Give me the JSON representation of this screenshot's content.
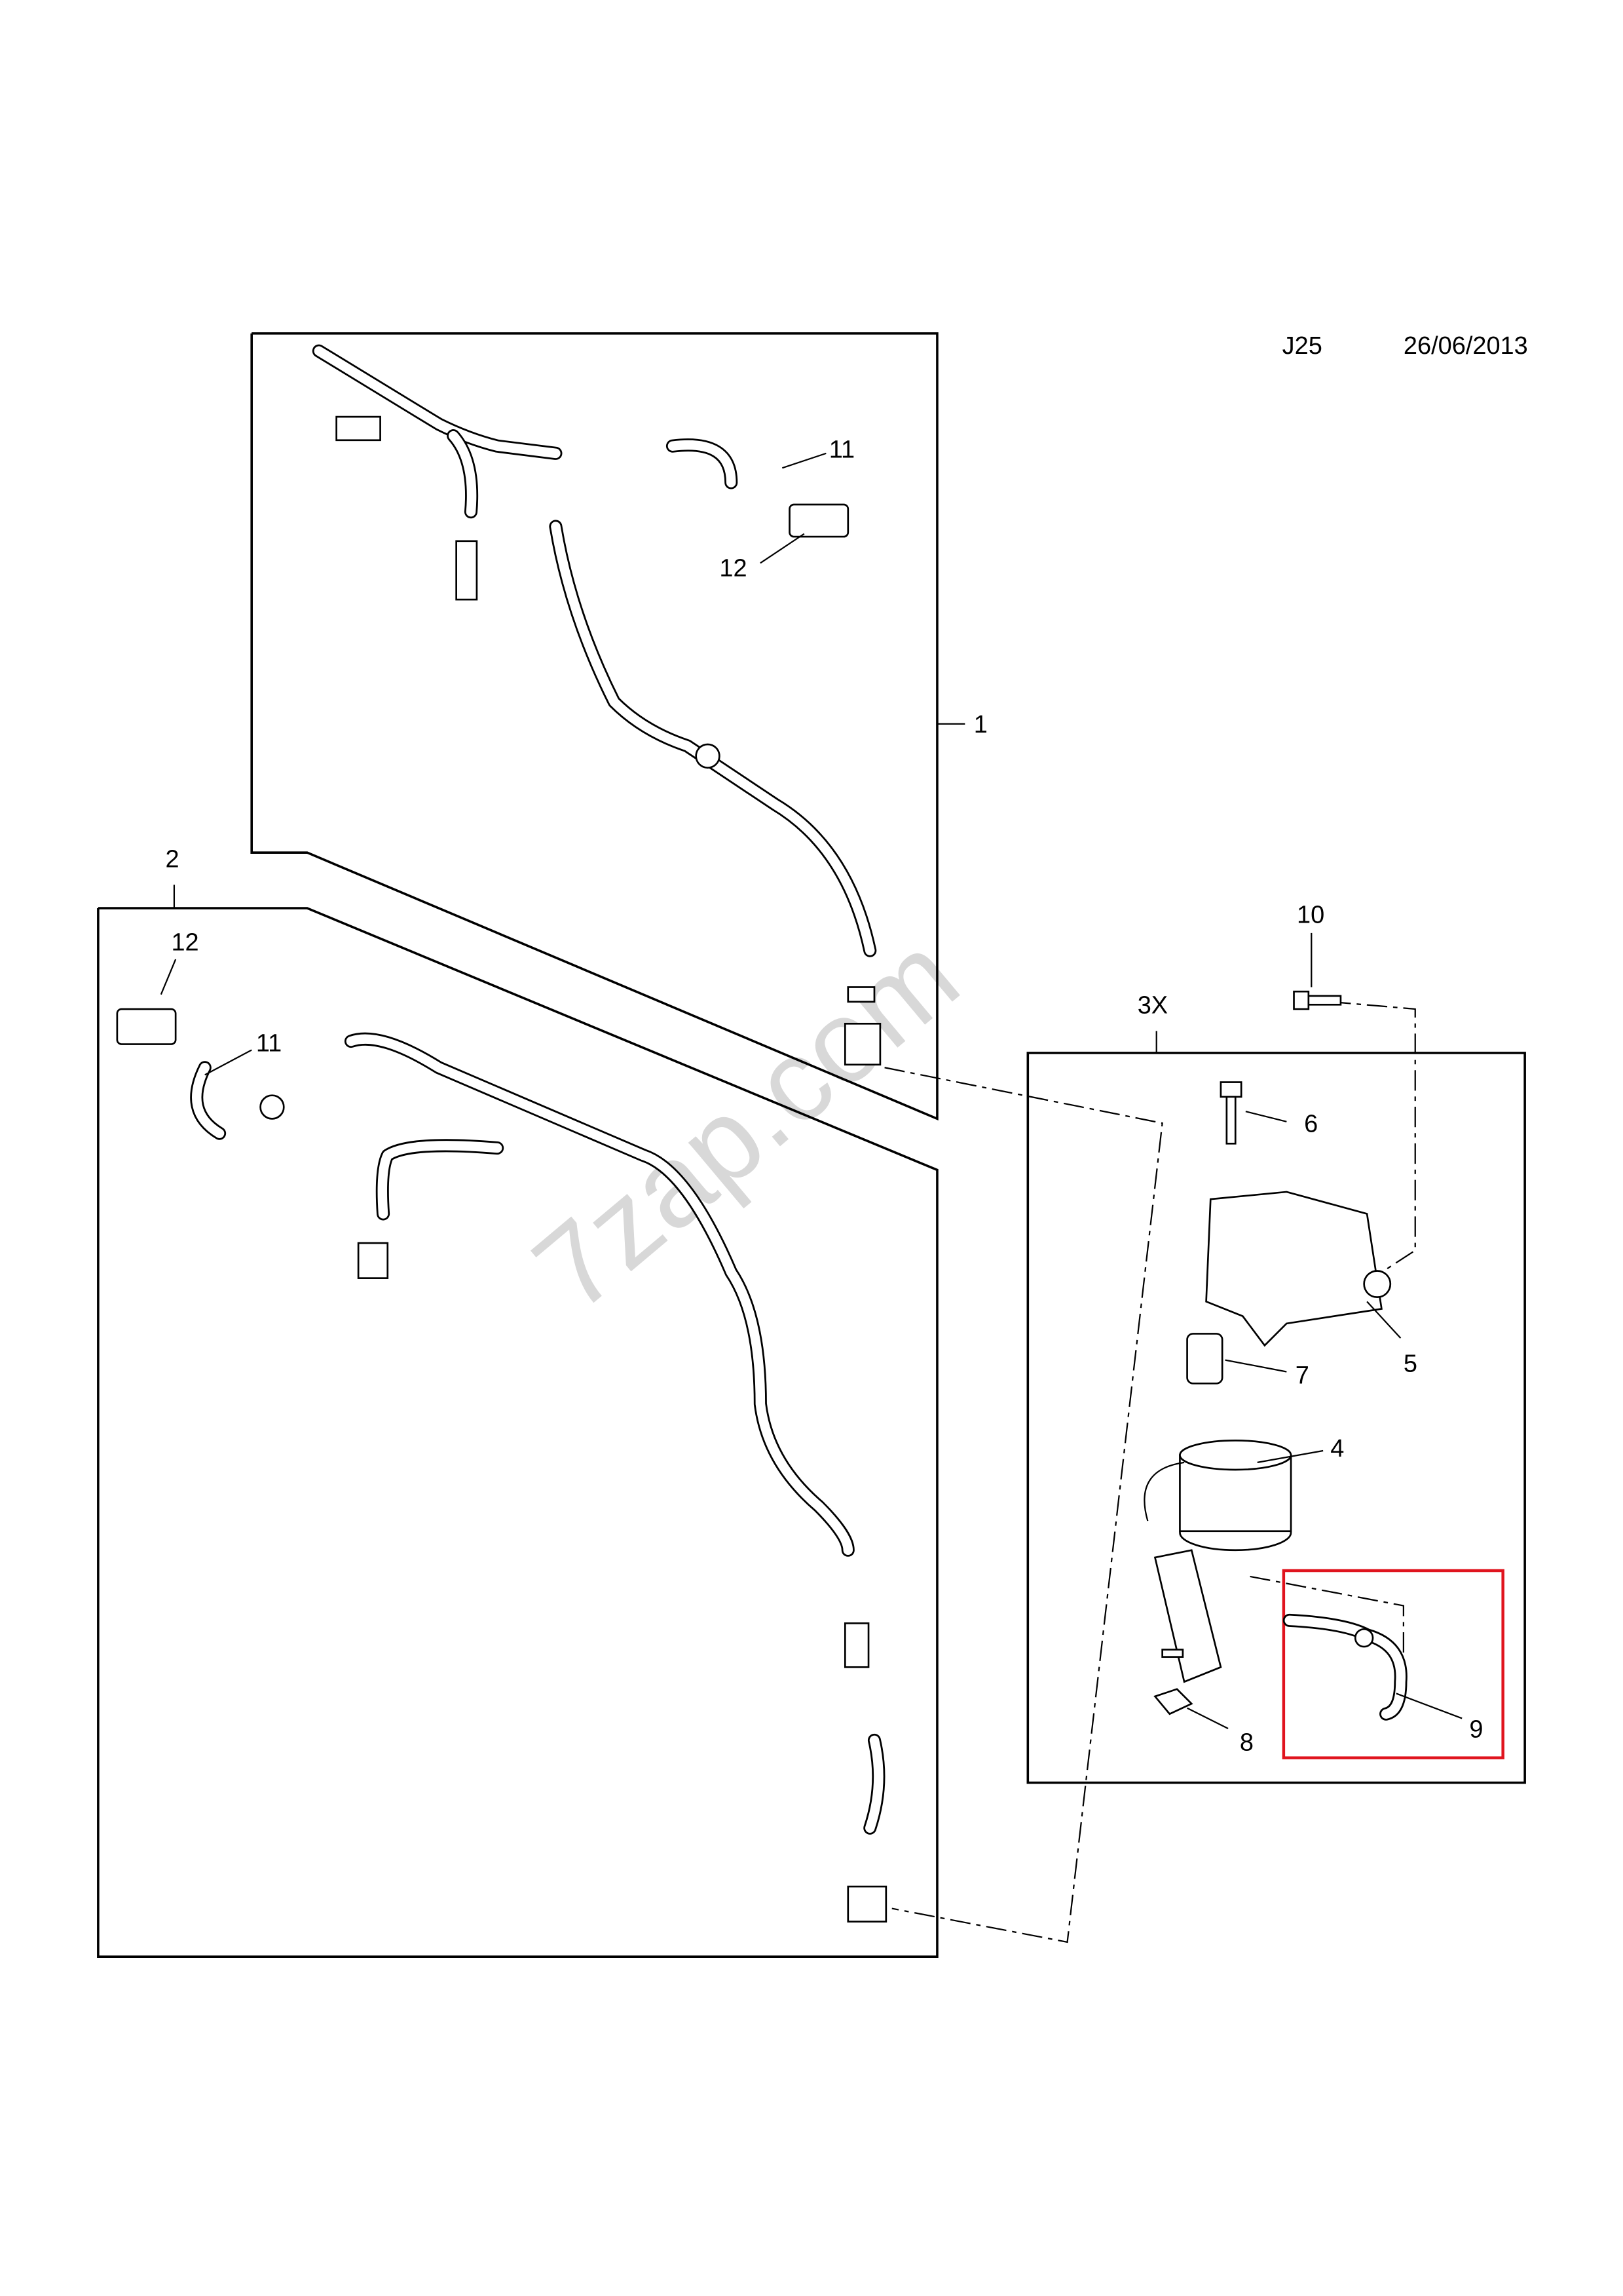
{
  "header": {
    "code": "J25",
    "date": "26/06/2013"
  },
  "watermark": "7zap.com",
  "highlight_color": "#e0141e",
  "callouts": {
    "c1": "1",
    "c2": "2",
    "c3x": "3X",
    "c4": "4",
    "c5": "5",
    "c6": "6",
    "c7": "7",
    "c8": "8",
    "c9": "9",
    "c10": "10",
    "c11a": "11",
    "c12a": "12",
    "c11b": "11",
    "c12b": "12"
  }
}
